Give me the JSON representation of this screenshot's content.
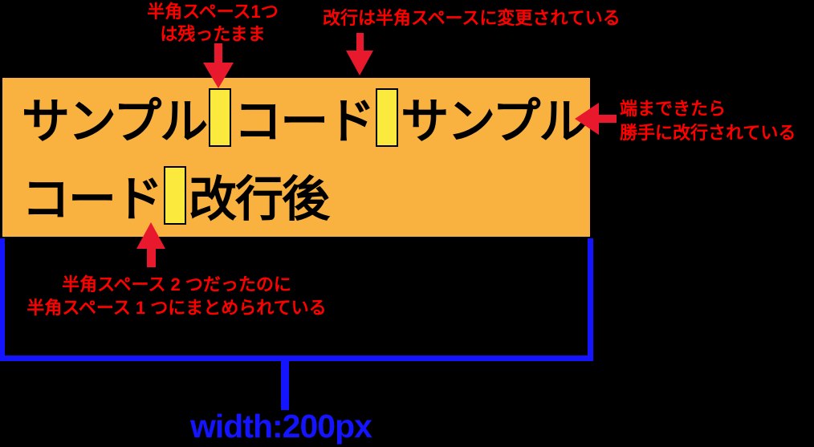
{
  "diagram": {
    "description_type": "whitespace-handling-diagram",
    "colors": {
      "background": "#000000",
      "sample_box_bg": "#F9B140",
      "space_highlight_bg": "#FCE93E",
      "space_highlight_border": "#000000",
      "annotation_red": "#FF0000",
      "arrow_red": "#E8192C",
      "measurement_blue": "#1414FF",
      "sample_text": "#000000"
    },
    "box": {
      "line1": [
        "サンプル",
        "コード",
        "サンプル"
      ],
      "line2": [
        "コード",
        "改行後"
      ]
    },
    "annotations": {
      "top_left": {
        "lines": [
          "半角スペース1つ",
          "は残ったまま"
        ]
      },
      "top_right": {
        "text": "改行は半角スペースに変更されている"
      },
      "right": {
        "lines": [
          "端まできたら",
          "勝手に改行されている"
        ]
      },
      "bottom": {
        "lines": [
          "半角スペース 2 つだったのに",
          "半角スペース 1 つにまとめられている"
        ]
      }
    },
    "measurement": {
      "label": "width:200px"
    },
    "icons": {
      "arrow_down_1": "red-down-arrow",
      "arrow_down_2": "red-down-arrow",
      "arrow_left": "red-left-arrow",
      "arrow_up": "red-up-arrow",
      "bracket": "blue-width-bracket"
    }
  }
}
